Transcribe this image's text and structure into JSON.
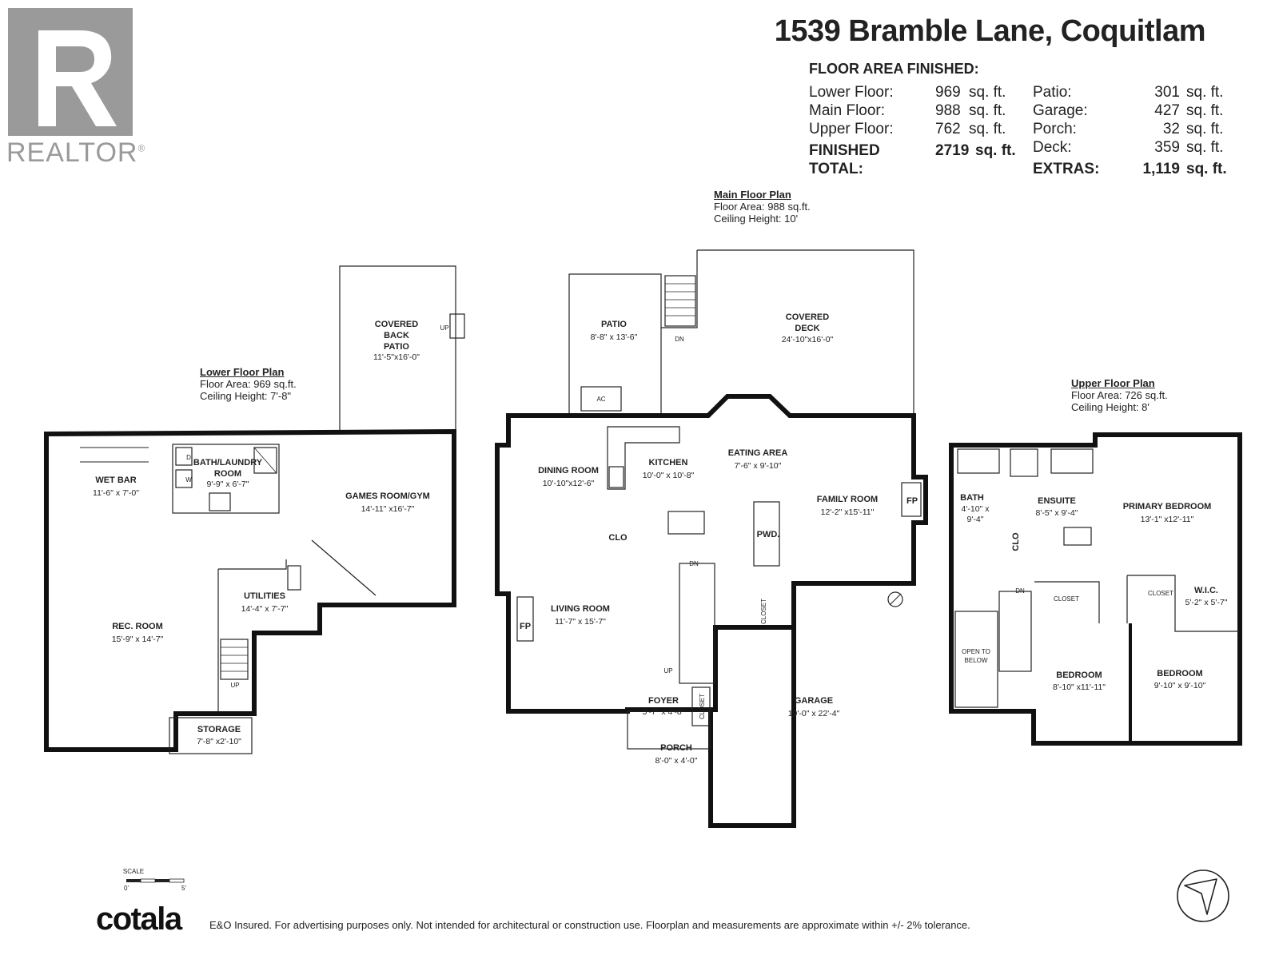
{
  "header": {
    "address": "1539 Bramble Lane, Coquitlam",
    "area_heading": "FLOOR AREA FINISHED:",
    "floors": [
      {
        "label": "Lower Floor:",
        "value": "969",
        "unit": "sq. ft."
      },
      {
        "label": "Main Floor:",
        "value": "988",
        "unit": "sq. ft."
      },
      {
        "label": "Upper Floor:",
        "value": "762",
        "unit": "sq. ft."
      }
    ],
    "finished_total": {
      "label": "FINISHED TOTAL:",
      "value": "2719",
      "unit": "sq. ft."
    },
    "extras_items": [
      {
        "label": "Patio:",
        "value": "301",
        "unit": "sq. ft."
      },
      {
        "label": "Garage:",
        "value": "427",
        "unit": "sq. ft."
      },
      {
        "label": "Porch:",
        "value": "32",
        "unit": "sq. ft."
      },
      {
        "label": "Deck:",
        "value": "359",
        "unit": "sq. ft."
      }
    ],
    "extras_total": {
      "label": "EXTRAS:",
      "value": "1,119",
      "unit": "sq. ft."
    }
  },
  "logo": {
    "text": "REALTOR",
    "reg": "®"
  },
  "plans": {
    "lower": {
      "title": "Lower Floor Plan",
      "area": "Floor Area: 969 sq.ft.",
      "ceiling": "Ceiling Height: 7'-8\""
    },
    "main": {
      "title": "Main Floor Plan",
      "area": "Floor Area: 988 sq.ft.",
      "ceiling": "Ceiling Height: 10'"
    },
    "upper": {
      "title": "Upper Floor Plan",
      "area": "Floor Area: 726 sq.ft.",
      "ceiling": "Ceiling Height: 8'"
    }
  },
  "rooms": {
    "covered_back_patio": {
      "l1": "COVERED",
      "l2": "BACK",
      "l3": "PATIO",
      "dim": "11'-5\"x16'-0\""
    },
    "wet_bar": {
      "name": "WET BAR",
      "dim": "11'-6\" x 7'-0\""
    },
    "bath_laundry": {
      "l1": "BATH/LAUNDRY",
      "l2": "ROOM",
      "dim": "9'-9\" x 6'-7\""
    },
    "games_room": {
      "name": "GAMES ROOM/GYM",
      "dim": "14'-11\" x16'-7\""
    },
    "utilities": {
      "name": "UTILITIES",
      "dim": "14'-4\" x 7'-7\""
    },
    "rec_room": {
      "name": "REC. ROOM",
      "dim": "15'-9\" x 14'-7\""
    },
    "storage": {
      "name": "STORAGE",
      "dim": "7'-8\" x2'-10\""
    },
    "patio": {
      "name": "PATIO",
      "dim": "8'-8\" x 13'-6\""
    },
    "covered_deck": {
      "l1": "COVERED",
      "l2": "DECK",
      "dim": "24'-10\"x16'-0\""
    },
    "dining_room": {
      "name": "DINING ROOM",
      "dim": "10'-10\"x12'-6\""
    },
    "kitchen": {
      "name": "KITCHEN",
      "dim": "10'-0\" x 10'-8\""
    },
    "eating_area": {
      "name": "EATING AREA",
      "dim": "7'-6\" x 9'-10\""
    },
    "family_room": {
      "name": "FAMILY ROOM",
      "dim": "12'-2\" x15'-11\""
    },
    "living_room": {
      "name": "LIVING ROOM",
      "dim": "11'-7\" x 15'-7\""
    },
    "foyer": {
      "name": "FOYER",
      "dim": "5'-7\" x 4'-8\""
    },
    "porch": {
      "name": "PORCH",
      "dim": "8'-0\" x 4'-0\""
    },
    "garage": {
      "name": "GARAGE",
      "dim": "19'-0\" x 22'-4\""
    },
    "bath": {
      "name": "BATH",
      "dim1": "4'-10\" x",
      "dim2": "9'-4\""
    },
    "ensuite": {
      "name": "ENSUITE",
      "dim": "8'-5\" x 9'-4\""
    },
    "primary_bedroom": {
      "name": "PRIMARY BEDROOM",
      "dim": "13'-1\" x12'-11\""
    },
    "wic": {
      "name": "W.I.C.",
      "dim": "5'-2\" x 5'-7\""
    },
    "bedroom1": {
      "name": "BEDROOM",
      "dim": "8'-10\" x11'-11\""
    },
    "bedroom2": {
      "name": "BEDROOM",
      "dim": "9'-10\" x 9'-10\""
    },
    "open_below": {
      "l1": "OPEN TO",
      "l2": "BELOW"
    }
  },
  "fixtures": {
    "ac": "AC",
    "fp": "FP",
    "clo": "CLO",
    "pwd": "PWD.",
    "closet": "CLOSET",
    "up": "UP",
    "dn": "DN",
    "d": "D",
    "w": "W"
  },
  "scale": {
    "label": "SCALE",
    "min": "0'",
    "max": "5'"
  },
  "footer": {
    "brand": "cotala",
    "disclaimer": "E&O Insured. For advertising purposes only. Not intended for architectural or construction use. Floorplan and measurements are approximate within +/- 2% tolerance."
  }
}
